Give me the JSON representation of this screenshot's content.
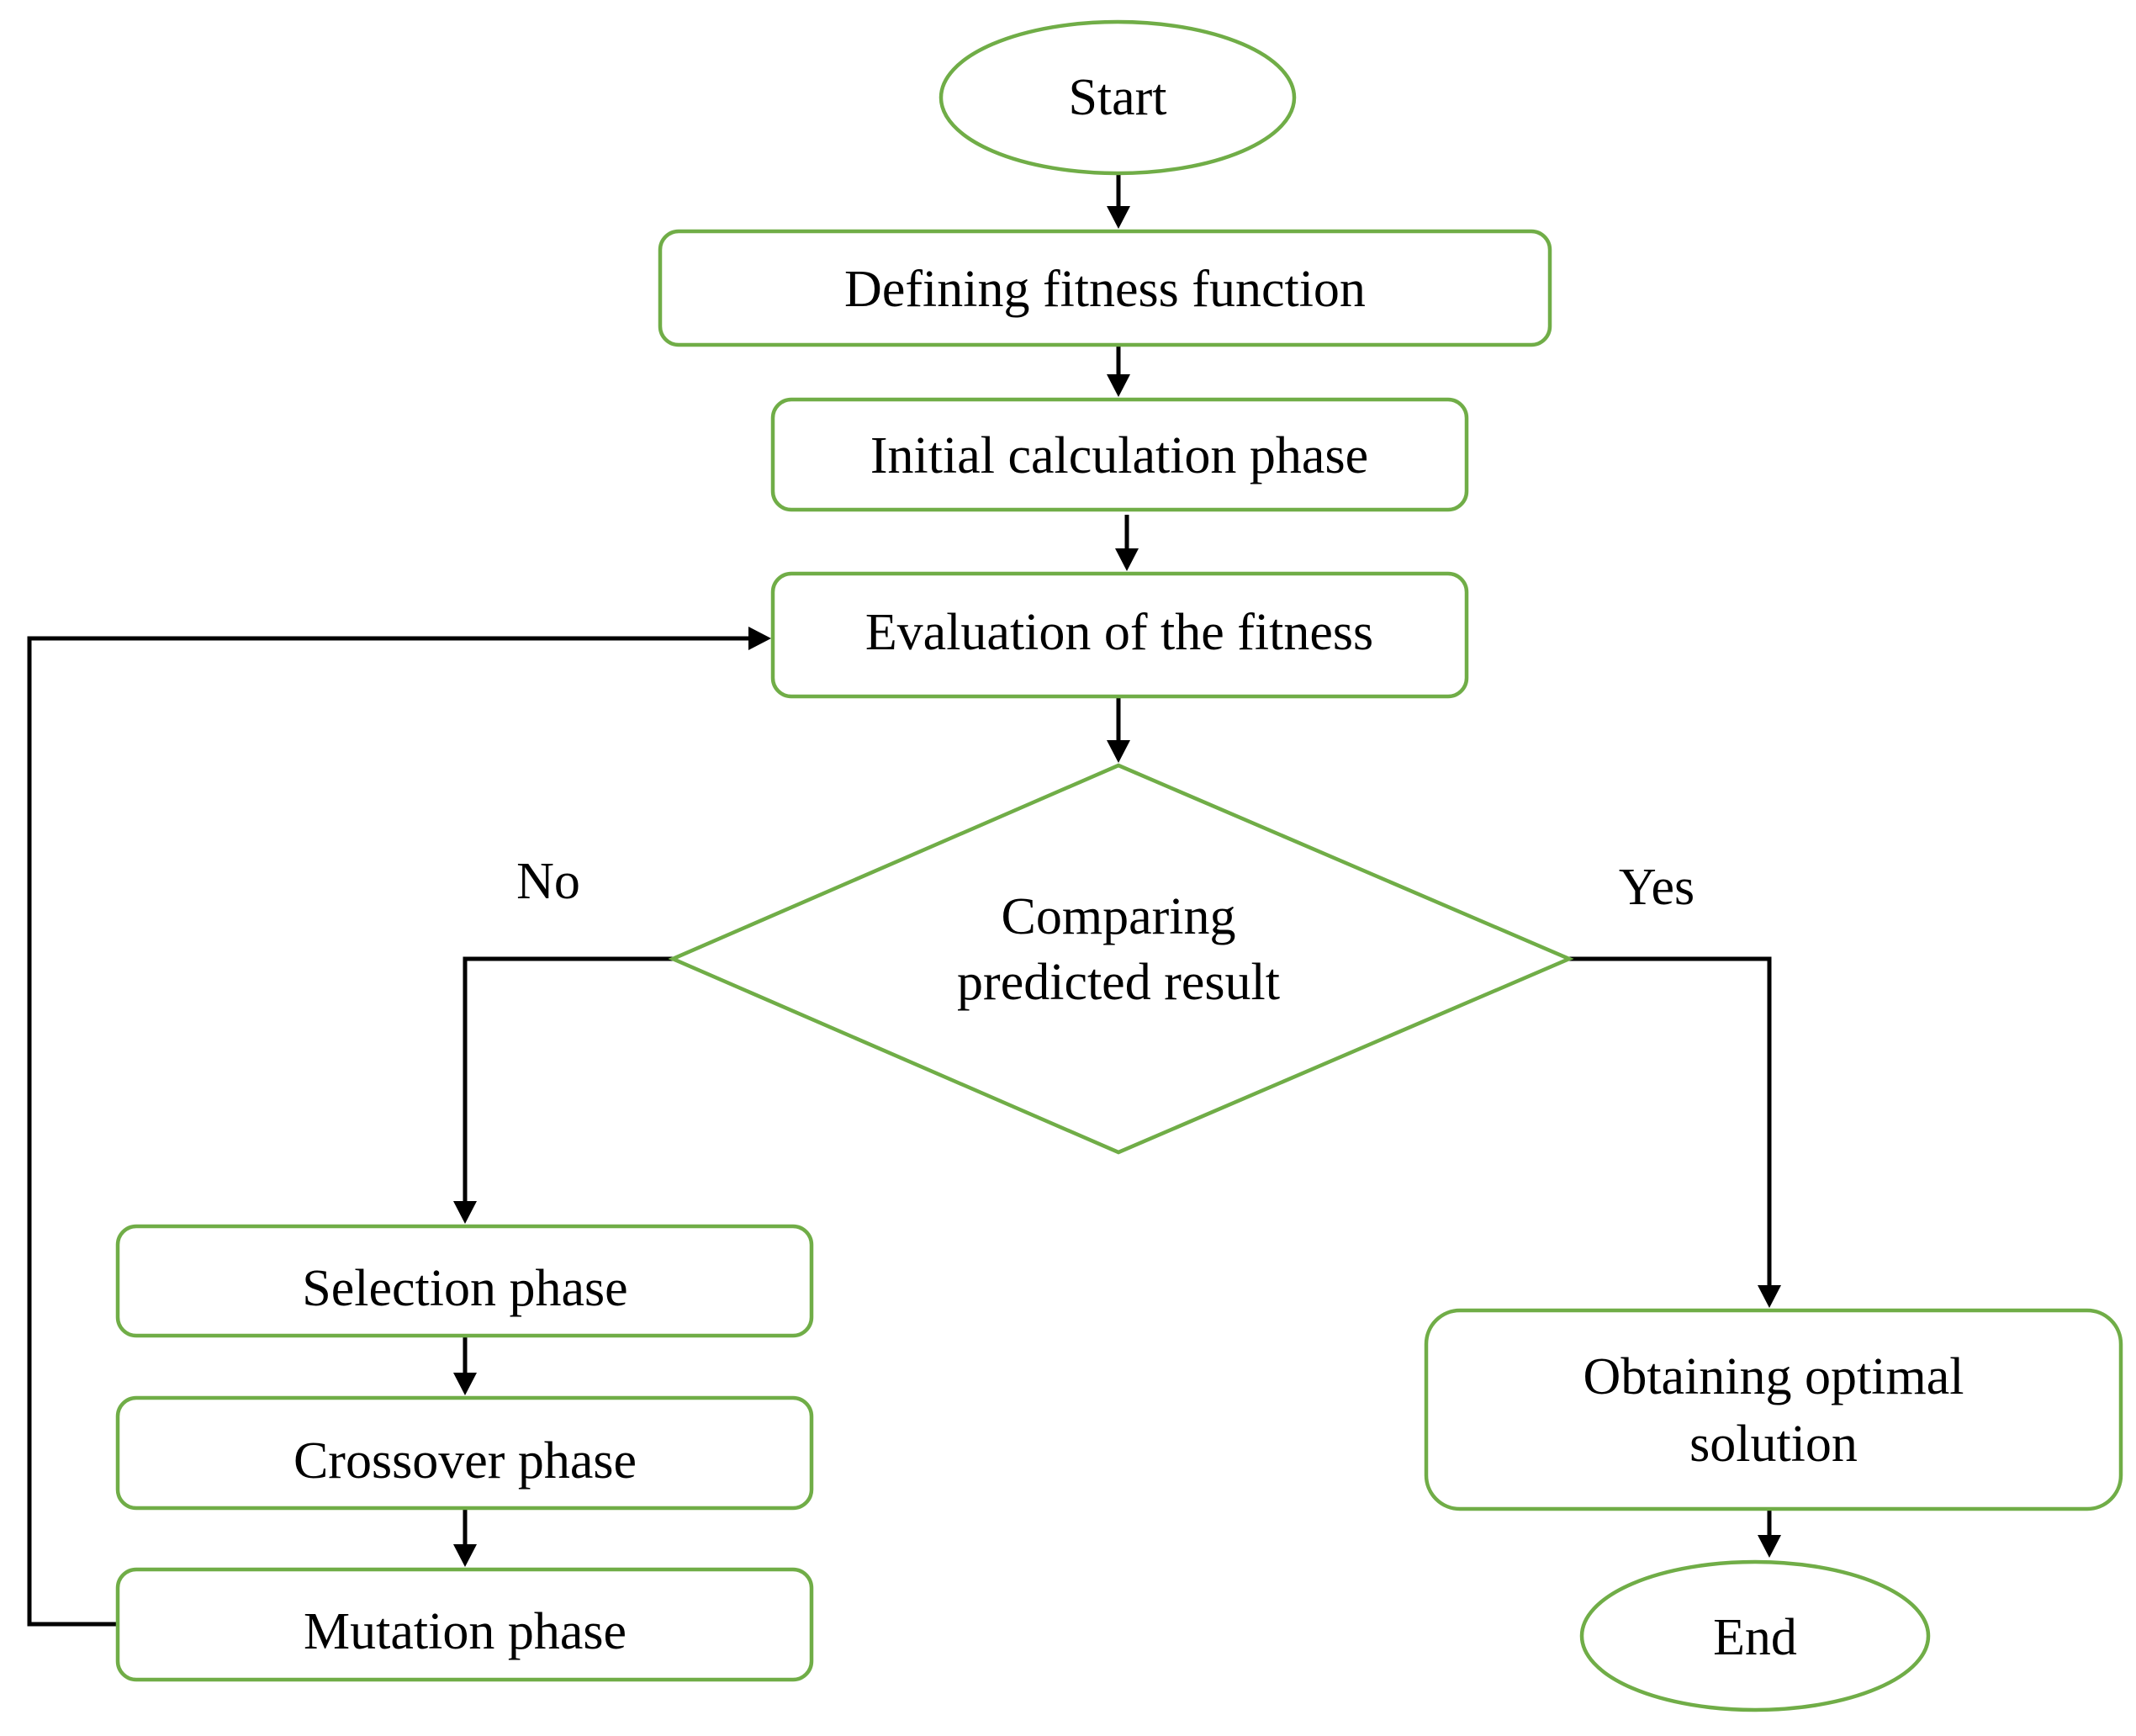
{
  "colors": {
    "node_border": "#70AD47",
    "connector": "#000000",
    "text": "#000000",
    "background": "#FFFFFF"
  },
  "nodes": {
    "start": {
      "shape": "ellipse",
      "label": "Start"
    },
    "define_fitness": {
      "shape": "rounded-rectangle",
      "label": "Defining fitness function"
    },
    "initial_calc": {
      "shape": "rounded-rectangle",
      "label": "Initial calculation phase"
    },
    "evaluation": {
      "shape": "rounded-rectangle",
      "label": "Evaluation of the fitness"
    },
    "comparing": {
      "shape": "diamond",
      "label_lines": [
        "Comparing",
        "predicted result"
      ]
    },
    "selection": {
      "shape": "rounded-rectangle",
      "label": "Selection phase"
    },
    "crossover": {
      "shape": "rounded-rectangle",
      "label": "Crossover phase"
    },
    "mutation": {
      "shape": "rounded-rectangle",
      "label": "Mutation phase"
    },
    "optimal": {
      "shape": "rounded-rectangle",
      "label_lines": [
        "Obtaining optimal",
        "solution"
      ]
    },
    "end": {
      "shape": "ellipse",
      "label": "End"
    }
  },
  "branch_labels": {
    "no": "No",
    "yes": "Yes"
  },
  "edges": [
    {
      "from": "start",
      "to": "define_fitness"
    },
    {
      "from": "define_fitness",
      "to": "initial_calc"
    },
    {
      "from": "initial_calc",
      "to": "evaluation"
    },
    {
      "from": "evaluation",
      "to": "comparing"
    },
    {
      "from": "comparing",
      "to": "selection",
      "label": "No"
    },
    {
      "from": "comparing",
      "to": "optimal",
      "label": "Yes"
    },
    {
      "from": "selection",
      "to": "crossover"
    },
    {
      "from": "crossover",
      "to": "mutation"
    },
    {
      "from": "mutation",
      "to": "evaluation"
    },
    {
      "from": "optimal",
      "to": "end"
    }
  ]
}
